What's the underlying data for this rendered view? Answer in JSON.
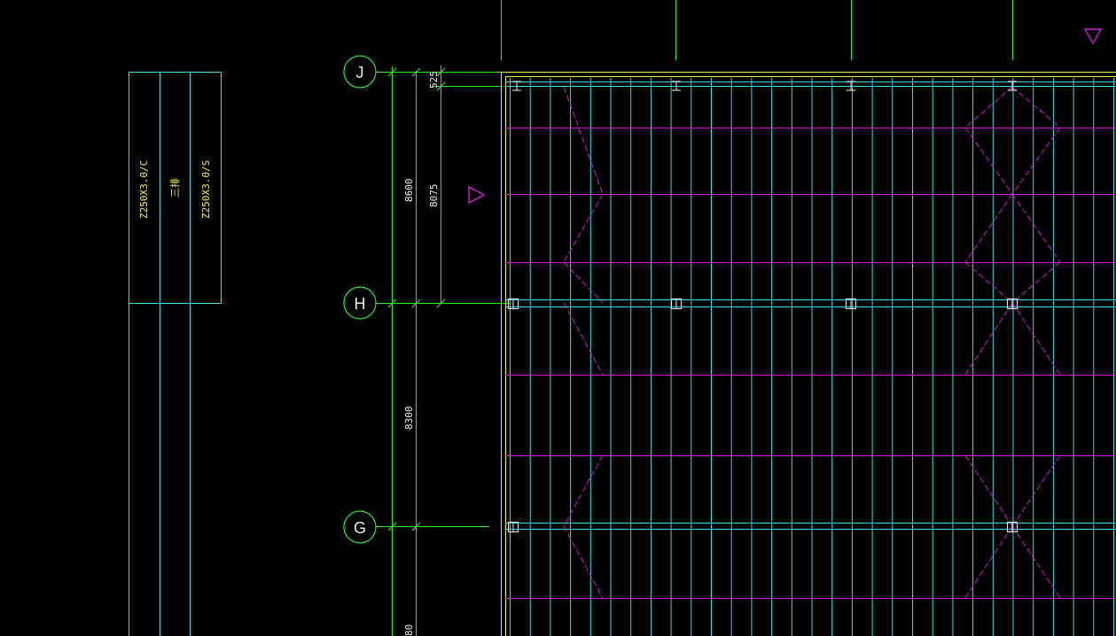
{
  "colors": {
    "background": "#000000",
    "cyan": "#3fd7e6",
    "green": "#2ee82e",
    "magenta": "#d21ed2",
    "yellow": "#f2f23a",
    "white": "#f0f0f0"
  },
  "grid_bubbles": [
    {
      "label": "J"
    },
    {
      "label": "H"
    },
    {
      "label": "G"
    }
  ],
  "dimensions": {
    "overall": "8600",
    "upper": "8075",
    "top_small": "525",
    "lower": "8300",
    "bottom_partial": "80"
  },
  "purlin_legend": {
    "left_label": "Z250X3.0/C",
    "middle_label": "三排",
    "right_label": "Z250X3.0/S"
  },
  "markers": [
    {
      "icon": "triangle-right-icon"
    },
    {
      "icon": "triangle-down-icon"
    }
  ]
}
